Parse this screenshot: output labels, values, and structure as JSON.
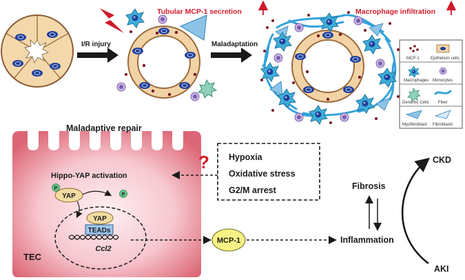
{
  "top": {
    "step1": "I/R injury",
    "step2": "Maladaptation",
    "header_secretion": "Tubular MCP-1 secretion",
    "header_infiltration": "Macrophage infiltration"
  },
  "legend": {
    "mcp1": "MCP-1",
    "epithelium": "Epithelium cells",
    "macrophages": "Macrophages",
    "monocytes": "Monocytes",
    "dendritic": "Dendritic Cells",
    "fiber": "Fiber",
    "myofibroblast": "Myofibroblast",
    "fibroblasts": "Fibroblasts"
  },
  "cell": {
    "title": "Maladaptive repair",
    "question": "?",
    "hippo": "Hippo-YAP activation",
    "p1": "P",
    "p2": "P",
    "yap1": "YAP",
    "yap2": "YAP",
    "teads": "TEADs",
    "gene": "Ccl2",
    "tec": "TEC"
  },
  "stress": {
    "items": [
      "Hypoxia",
      "Oxidative stress",
      "G2/M arrest"
    ]
  },
  "flow": {
    "mcp1": "MCP-1",
    "inflammation": "Inflammation",
    "fibrosis": "Fibrosis",
    "ckd": "CKD",
    "aki": "AKI"
  },
  "colors": {
    "cell_dark": "#d9606e",
    "cell_light": "#fbe3e6",
    "tubule": "#f2d3a6",
    "tubule_edge": "#9b6a3b",
    "macrophage": "#3eaed8",
    "fiber": "#35a3da",
    "nucleus": "#1e3f9c",
    "monocyte": "#9d7fc2",
    "yap": "#f3dca2",
    "teads": "#9fc6ec",
    "mcp1_bubble": "#f6f285",
    "phospho": "#67c58a",
    "arrow_red": "#cf1a2c",
    "title_red": "#d11b2a"
  }
}
